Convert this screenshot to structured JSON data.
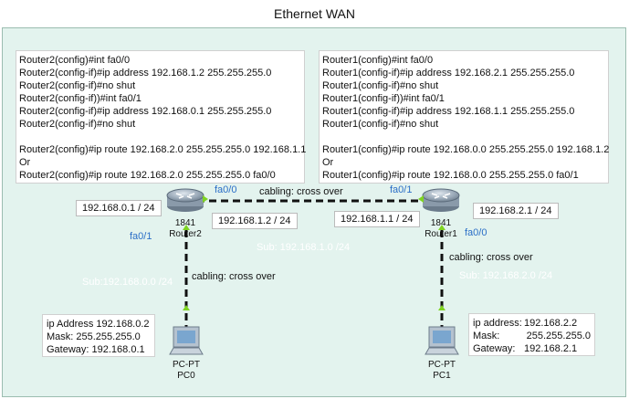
{
  "title": "Ethernet WAN",
  "router2_config": [
    "Router2(config)#int fa0/0",
    "Router2(config-if)#ip address 192.168.1.2 255.255.255.0",
    "Router2(config-if)#no shut",
    "Router2(config-if))#int fa0/1",
    "Router2(config-if)#ip address 192.168.0.1 255.255.255.0",
    "Router2(config-if)#no shut",
    "",
    "Router2(config)#ip route 192.168.2.0 255.255.255.0 192.168.1.1",
    "Or",
    "Router2(config)#ip route 192.168.2.0 255.255.255.0 fa0/0"
  ],
  "router1_config": [
    "Router1(config)#int fa0/0",
    "Router1(config-if)#ip address 192.168.2.1 255.255.255.0",
    "Router1(config-if)#no shut",
    "Router1(config-if))#int fa0/1",
    "Router1(config-if)#ip address 192.168.1.1 255.255.255.0",
    "Router1(config-if)#no shut",
    "",
    "Router1(config)#ip route 192.168.0.0 255.255.255.0 192.168.1.2",
    "Or",
    "Router1(config)#ip route 192.168.0.0 255.255.255.0 fa0/1"
  ],
  "router2": {
    "model": "1841",
    "name": "Router2",
    "lan_ip": "192.168.0.1 / 24",
    "wan_ip": "192.168.1.2 / 24",
    "port_wan": "fa0/0",
    "port_lan": "fa0/1"
  },
  "router1": {
    "model": "1841",
    "name": "Router1",
    "lan_ip": "192.168.2.1 / 24",
    "wan_ip": "192.168.1.1 / 24",
    "port_wan": "fa0/1",
    "port_lan": "fa0/0"
  },
  "wan_link": {
    "cabling": "cabling: cross over",
    "subnet": "Sub: 192.168.1.0 /24"
  },
  "left_link": {
    "cabling": "cabling: cross over",
    "subnet": "Sub:192.168.0.0 /24"
  },
  "right_link": {
    "cabling": "cabling: cross over",
    "subnet": "Sub: 192.168.2.0 /24"
  },
  "pc0": {
    "type": "PC-PT",
    "name": "PC0",
    "lines": [
      "ip Address 192.168.0.2",
      "Mask: 255.255.255.0",
      "Gateway: 192.168.0.1"
    ]
  },
  "pc1": {
    "type": "PC-PT",
    "name": "PC1",
    "rows": [
      {
        "key": "ip address:",
        "value": "192.168.2.2"
      },
      {
        "key": "Mask:",
        "value": "255.255.255.0"
      },
      {
        "key": "Gateway:",
        "value": "192.168.2.1"
      }
    ]
  },
  "colors": {
    "background": "#e3f3ee",
    "link": "#111111",
    "port_dot": "#7ed321",
    "port_text": "#2b6fc7"
  }
}
